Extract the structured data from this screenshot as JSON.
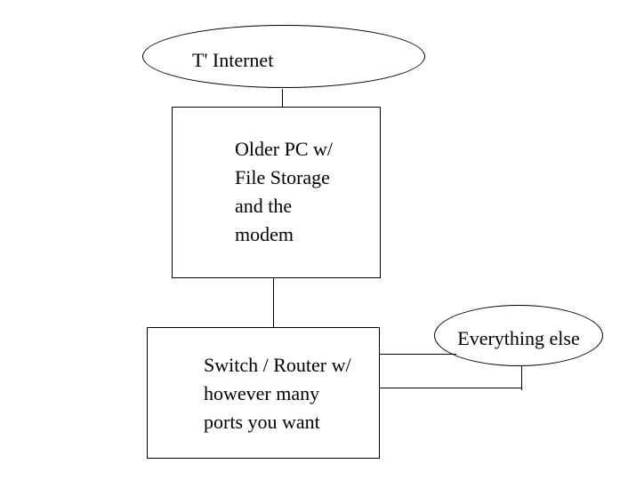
{
  "colors": {
    "background": "#ffffff",
    "stroke": "#000000",
    "text": "#000000"
  },
  "diagram": {
    "type": "network-sketch",
    "nodes": {
      "internet": {
        "shape": "ellipse",
        "label": "T' Internet"
      },
      "older_pc": {
        "shape": "rectangle",
        "lines": [
          "Older PC w/",
          "File Storage",
          "and the",
          "modem"
        ]
      },
      "switch_router": {
        "shape": "rectangle",
        "lines": [
          "Switch / Router w/",
          "however many",
          "ports you want"
        ]
      },
      "everything_else": {
        "shape": "ellipse",
        "label": "Everything else"
      }
    },
    "connections": [
      {
        "from": "internet",
        "to": "older_pc"
      },
      {
        "from": "older_pc",
        "to": "switch_router"
      },
      {
        "from": "switch_router",
        "to": "everything_else"
      },
      {
        "from": "switch_router",
        "to": "everything_else"
      }
    ]
  }
}
